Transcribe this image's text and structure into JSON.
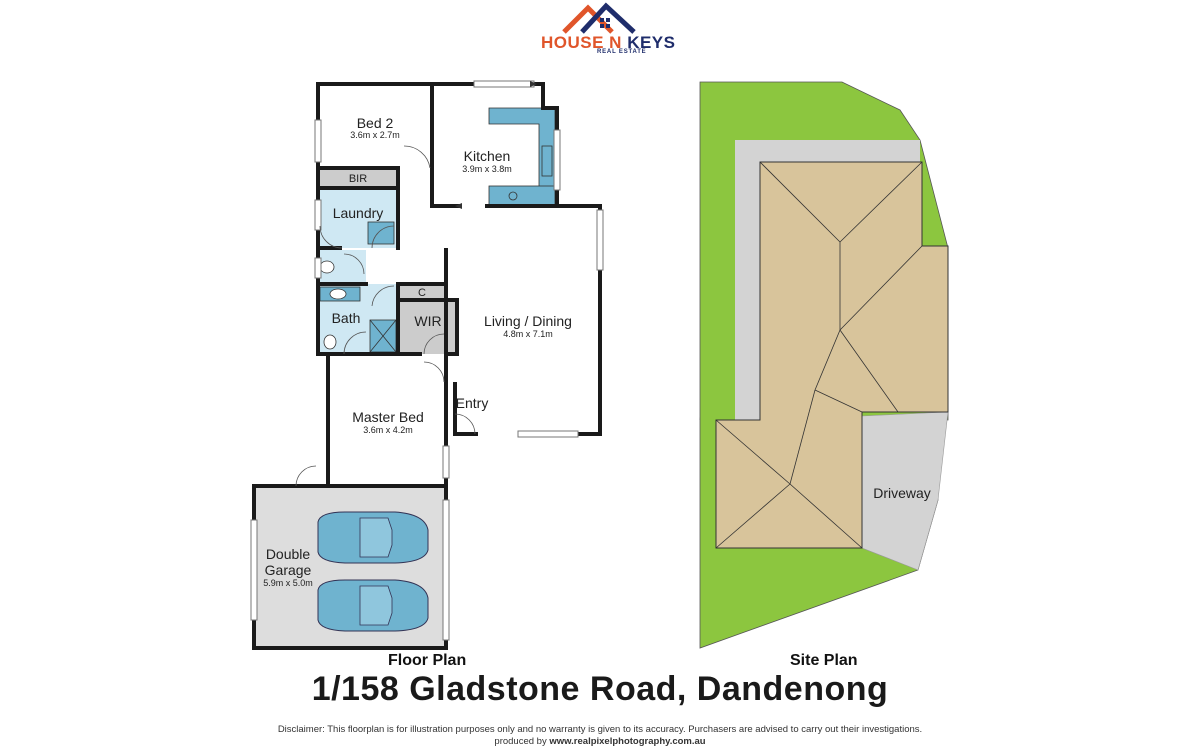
{
  "logo": {
    "name_part1": "HOUSE N ",
    "name_part2": "KEYS",
    "tagline": "REAL ESTATE",
    "colors": {
      "orange": "#e0552a",
      "navy": "#1f2d6b"
    }
  },
  "floor_plan": {
    "caption": "Floor Plan",
    "rooms": [
      {
        "name": "Bed 2",
        "size": "3.6m x 2.7m"
      },
      {
        "name": "Kitchen",
        "size": "3.9m x 3.8m"
      },
      {
        "name": "BIR"
      },
      {
        "name": "Laundry"
      },
      {
        "name": "C"
      },
      {
        "name": "Bath"
      },
      {
        "name": "WIR"
      },
      {
        "name": "Living / Dining",
        "size": "4.8m x 7.1m"
      },
      {
        "name": "Entry"
      },
      {
        "name": "Master Bed",
        "size": "3.6m x 4.2m"
      },
      {
        "name_line1": "Double",
        "name_line2": "Garage",
        "size": "5.9m x 5.0m"
      }
    ],
    "colors": {
      "wall": "#1a1a1a",
      "wet_area": "#cfe8f3",
      "fixture": "#6fb3cf",
      "storage": "#cccccc",
      "garage_floor": "#dddddd",
      "car": "#6fb3cf"
    }
  },
  "site_plan": {
    "caption": "Site Plan",
    "labels": {
      "driveway": "Driveway"
    },
    "colors": {
      "lawn": "#8cc63f",
      "paving": "#d3d3d3",
      "roof": "#d8c49b",
      "roof_line": "#333333"
    }
  },
  "address": "1/158 Gladstone Road, Dandenong",
  "disclaimer": {
    "line1": "Disclaimer: This floorplan is for illustration purposes only and no warranty is given to its accuracy. Purchasers are advised to carry out their investigations.",
    "line2_prefix": "produced by ",
    "line2_site": "www.realpixelphotography.com.au"
  }
}
